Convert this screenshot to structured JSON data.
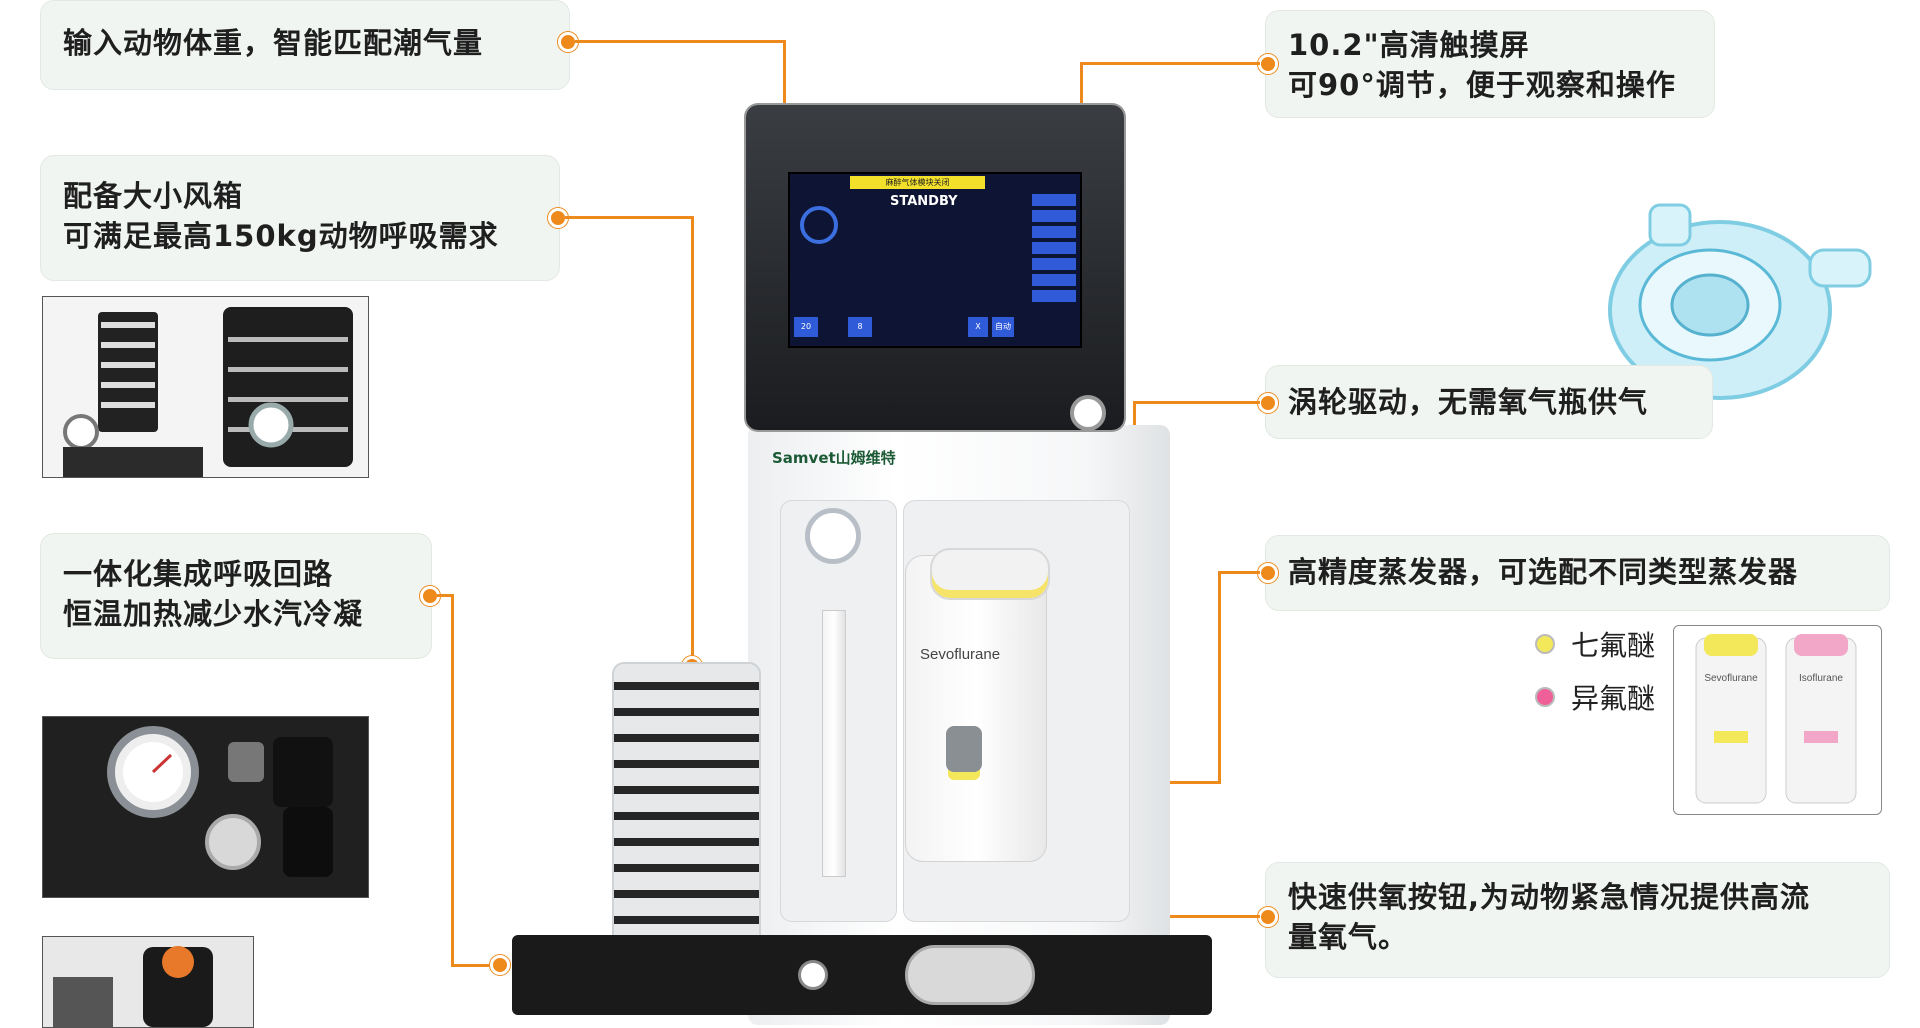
{
  "callouts": {
    "tidal": {
      "lines": [
        "输入动物体重，智能匹配潮气量"
      ]
    },
    "bellows": {
      "lines": [
        "配备大小风箱",
        "可满足最高150kg动物呼吸需求"
      ]
    },
    "circuit": {
      "lines": [
        "一体化集成呼吸回路",
        "恒温加热减少水汽冷凝"
      ]
    },
    "screen": {
      "lines": [
        "10.2\"高清触摸屏",
        "可90°调节，便于观察和操作"
      ]
    },
    "turbine": {
      "lines": [
        "涡轮驱动，无需氧气瓶供气"
      ]
    },
    "vaporizer": {
      "lines": [
        "高精度蒸发器，可选配不同类型蒸发器"
      ]
    },
    "oxygen": {
      "lines": [
        "快速供氧按钮,为动物紧急情况提供高流",
        "量氧气。"
      ]
    }
  },
  "legend": [
    {
      "label": "七氟醚",
      "color": "#f2e85a"
    },
    {
      "label": "异氟醚",
      "color": "#ef5f9a"
    }
  ],
  "brand": "Samvet山姆维特",
  "screen_ui": {
    "alert": "麻醉气体模块关闭",
    "mode": "STANDBY",
    "left_value": "20",
    "mid_value": "8",
    "auto_button": "自动",
    "close_button": "X"
  },
  "vaporizer_label": "Sevoflurane",
  "mini_vaporizers": [
    "Sevoflurane",
    "Isoflurane"
  ],
  "accent_color": "#ee8a1c"
}
